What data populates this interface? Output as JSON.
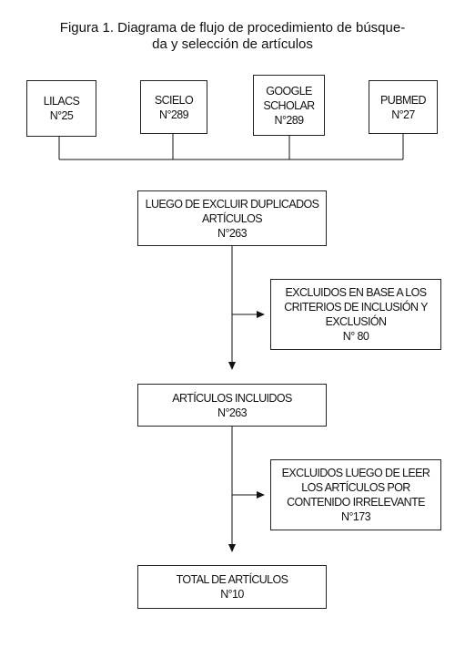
{
  "title": {
    "line1": "Figura 1. Diagrama de flujo de procedimiento de búsque-",
    "line2": "da y selección de artículos"
  },
  "sources": [
    {
      "line1": "LILACS",
      "line2": "N°25"
    },
    {
      "line1": "SCIELO",
      "line2": "N°289"
    },
    {
      "line1": "GOOGLE",
      "line2": "SCHOLAR",
      "line3": "N°289"
    },
    {
      "line1": "PUBMED",
      "line2": "N°27"
    }
  ],
  "steps": {
    "dedup": {
      "line1": "LUEGO DE EXCLUIR DUPLICADOS",
      "line2": "ARTÍCULOS",
      "line3": "N°263"
    },
    "excluded_criteria": {
      "line1": "EXCLUIDOS EN BASE A LOS",
      "line2": "CRITERIOS DE INCLUSIÓN Y",
      "line3": "EXCLUSIÓN",
      "line4": "N° 80"
    },
    "included": {
      "line1": "ARTÍCULOS INCLUIDOS",
      "line2": "N°263"
    },
    "excluded_reading": {
      "line1": "EXCLUIDOS LUEGO DE LEER",
      "line2": "LOS ARTÍCULOS POR",
      "line3": "CONTENIDO IRRELEVANTE",
      "line4": "N°173"
    },
    "total": {
      "line1": "TOTAL DE ARTÍCULOS",
      "line2": "N°10"
    }
  }
}
